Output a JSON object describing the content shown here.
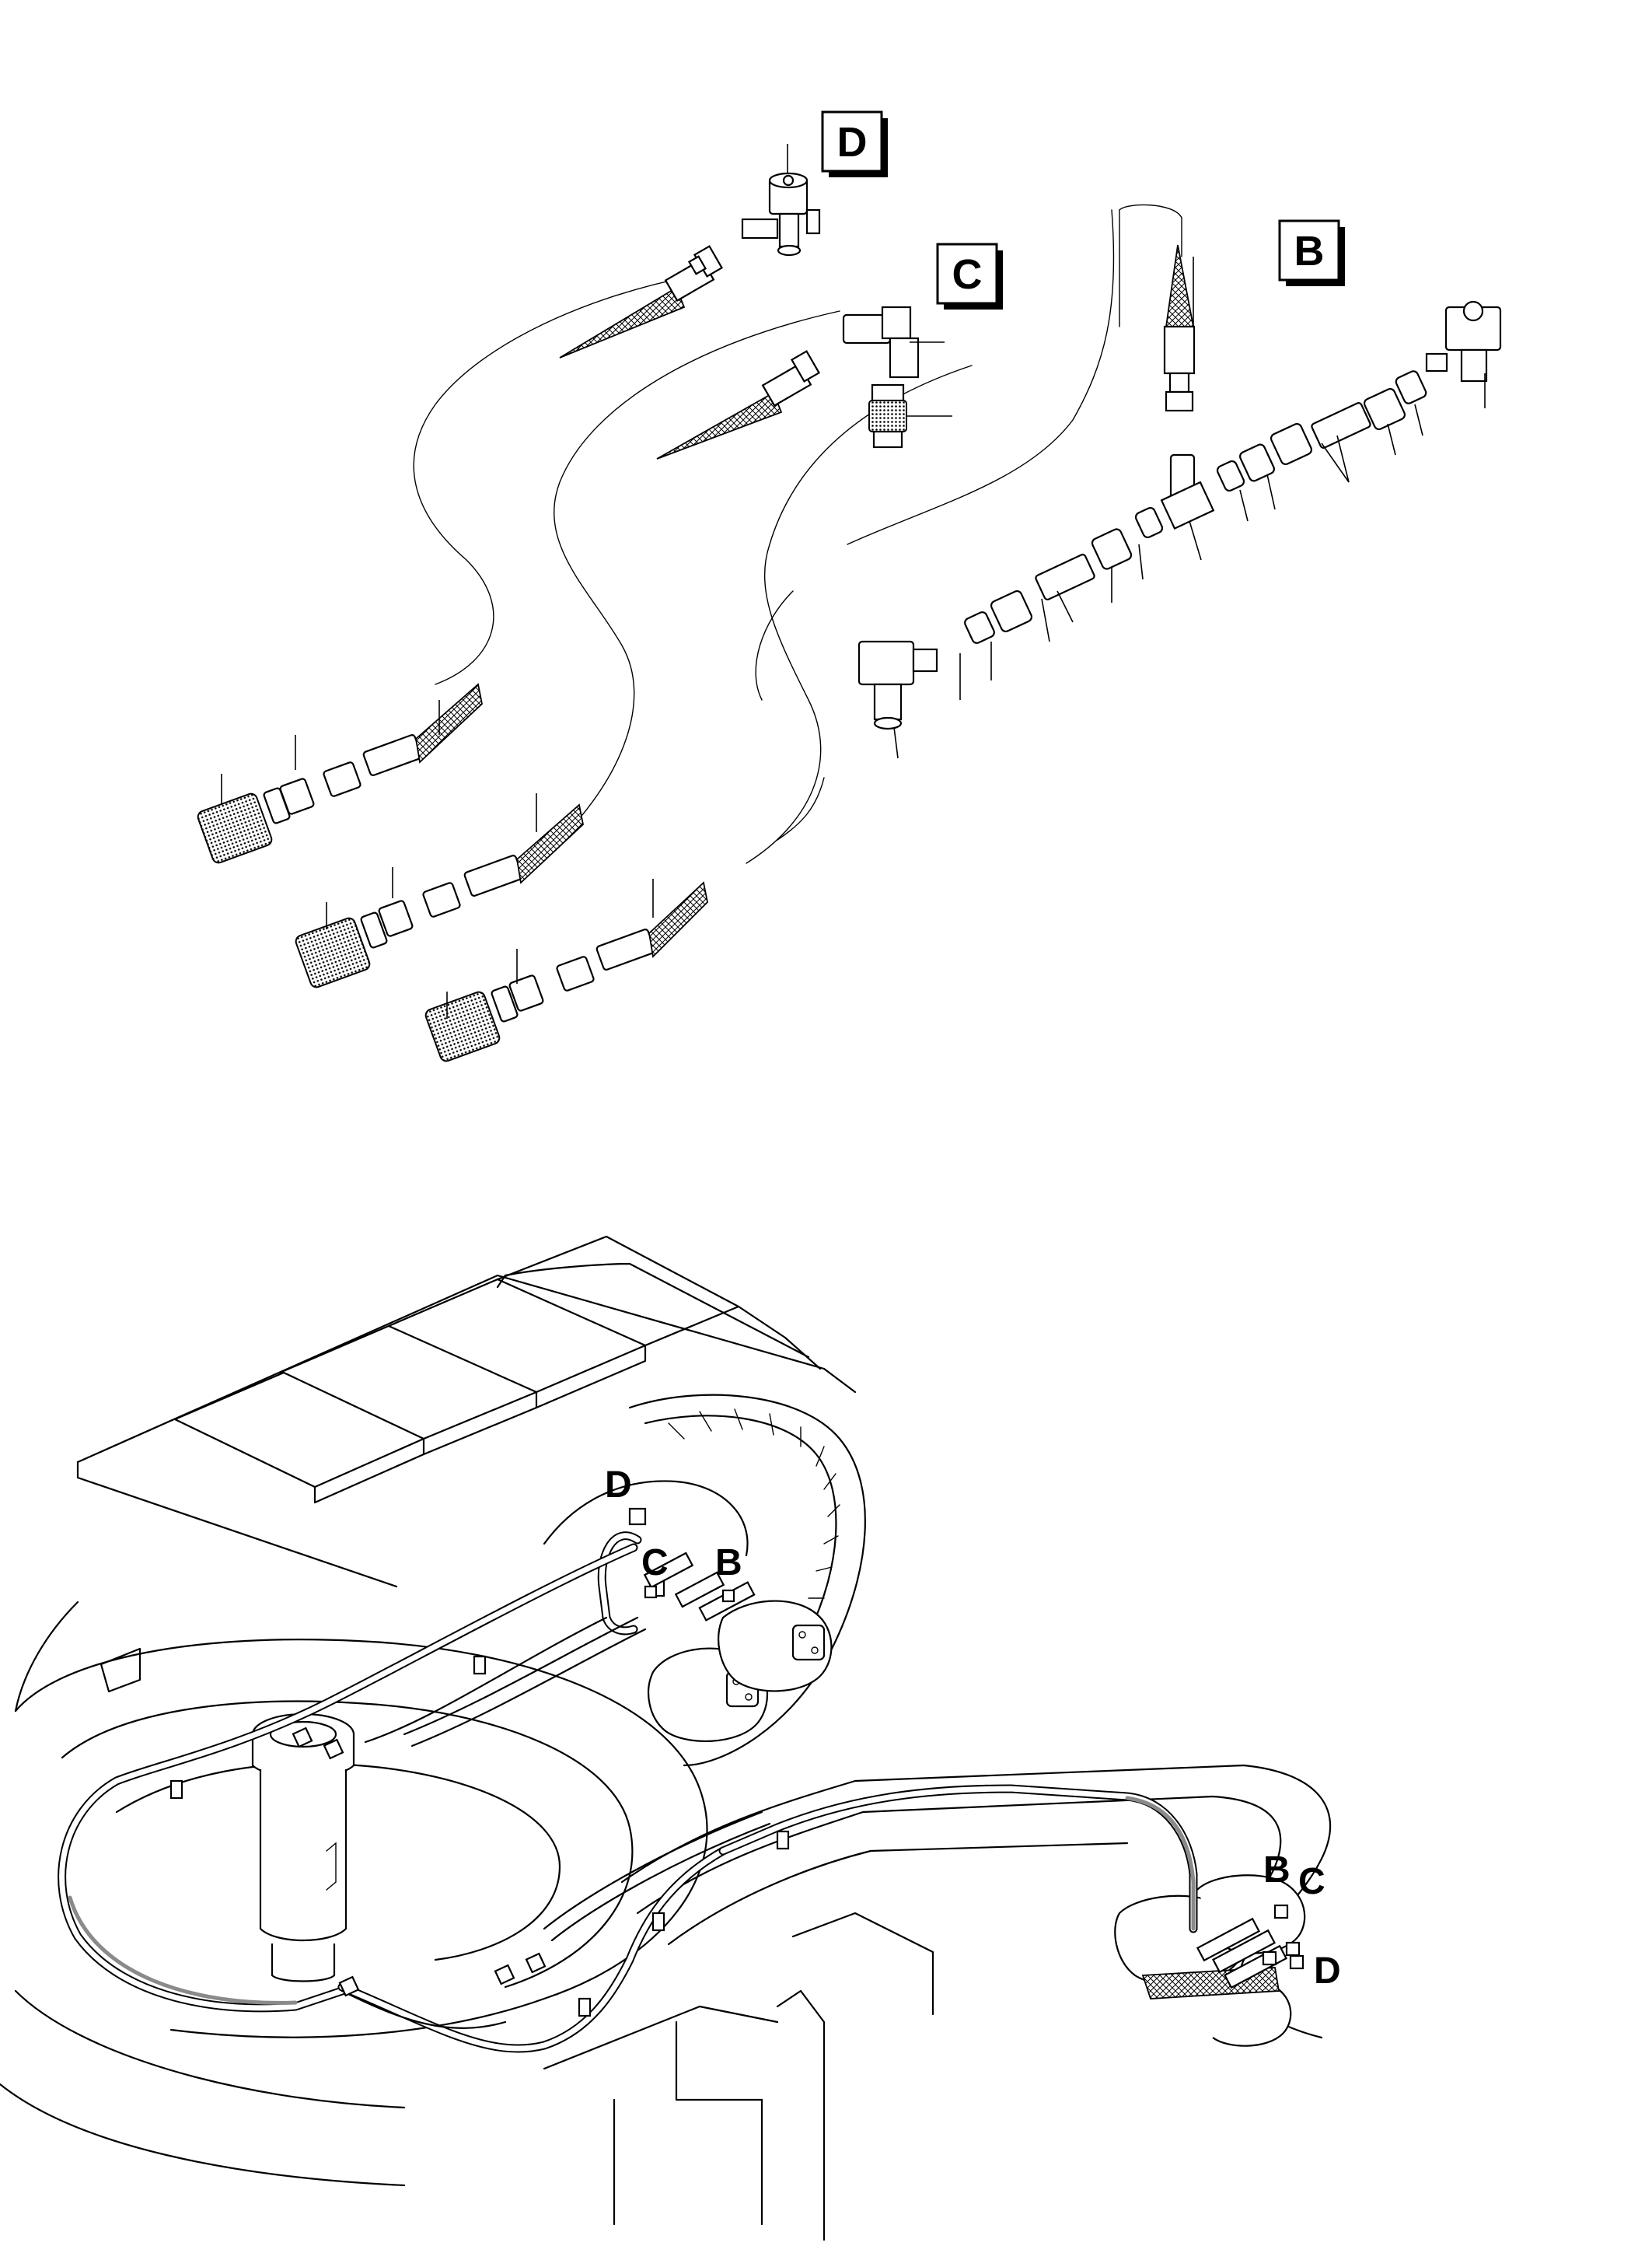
{
  "labels": {
    "box_d": "D",
    "box_c": "C",
    "box_b": "B",
    "bottom_d": "D",
    "bottom_c": "C",
    "bottom_b": "B",
    "right_b": "B",
    "right_c": "C",
    "right_d": "D"
  },
  "colors": {
    "ink": "#000000",
    "paper": "#ffffff",
    "hose_fill": "#8a8a8a"
  }
}
